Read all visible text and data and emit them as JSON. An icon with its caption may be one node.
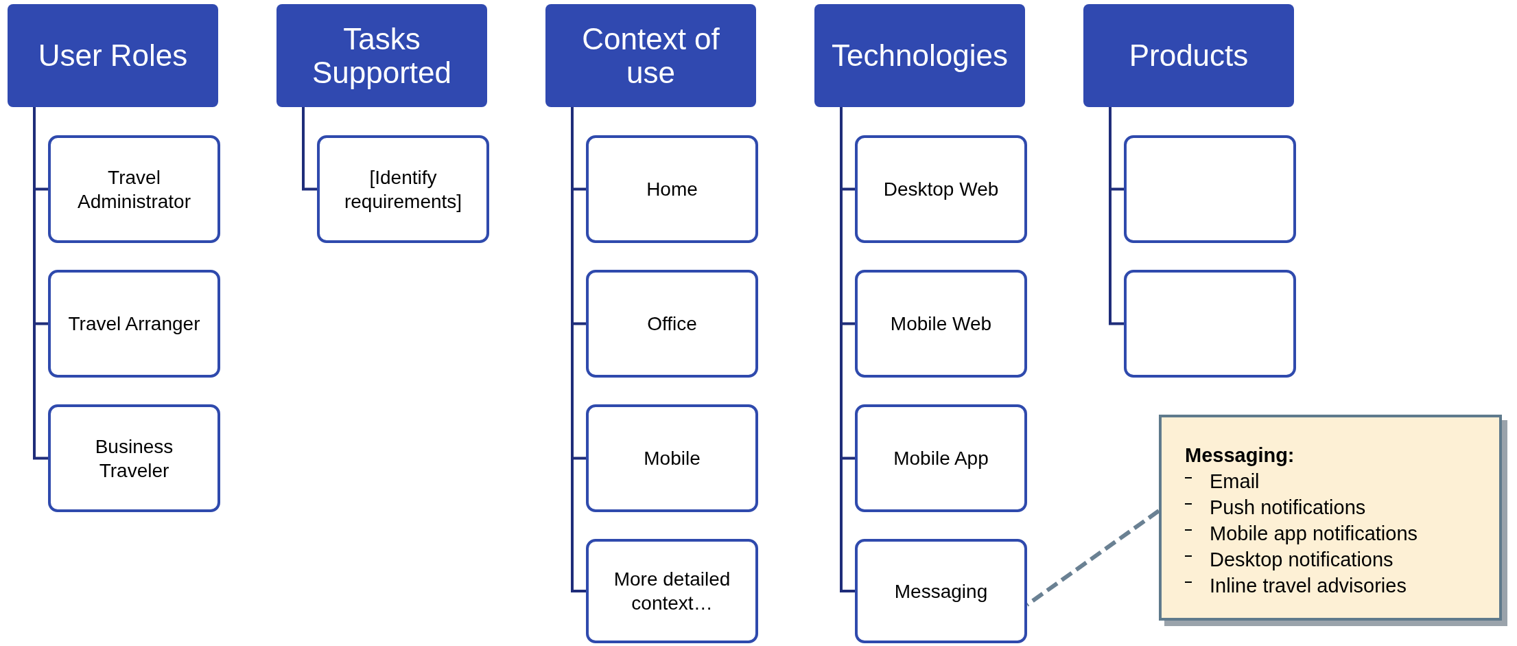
{
  "diagram": {
    "nodes": [
      {
        "text": [
          "User Roles"
        ]
      },
      {
        "text": [
          "Travel Administrator"
        ]
      },
      {
        "text": [
          "Travel Arranger"
        ]
      },
      {
        "text": [
          "Business Traveler"
        ]
      },
      {
        "text": [
          "Tasks Supported"
        ]
      },
      {
        "text": [
          "[Identify requirements]"
        ]
      },
      {
        "text": [
          "Context of use"
        ]
      },
      {
        "text": [
          "Home"
        ]
      },
      {
        "text": [
          "Office"
        ]
      },
      {
        "text": [
          "Mobile"
        ]
      },
      {
        "text": [
          "More detailed context…"
        ]
      },
      {
        "text": [
          "Technologies"
        ]
      },
      {
        "text": [
          "Desktop Web"
        ]
      },
      {
        "text": [
          "Mobile Web"
        ]
      },
      {
        "text": [
          "Mobile App"
        ]
      },
      {
        "text": [
          "Messaging"
        ]
      },
      {
        "text": [
          "Products"
        ]
      },
      {
        "text": [],
        "shape": "box"
      },
      {
        "text": [],
        "shape": "box"
      },
      {
        "text": [
          "Messaging:",
          "Email",
          "Push notifications",
          "Mobile app notifications",
          "Desktop notifications",
          "Inline travel advisories"
        ]
      }
    ],
    "edges": [
      {
        "from": 0,
        "to": 1,
        "arrow": "none"
      },
      {
        "from": 0,
        "to": 2,
        "arrow": "none"
      },
      {
        "from": 0,
        "to": 3,
        "arrow": "none"
      },
      {
        "from": 4,
        "to": 5,
        "arrow": "none"
      },
      {
        "from": 6,
        "to": 7,
        "arrow": "none"
      },
      {
        "from": 6,
        "to": 8,
        "arrow": "none"
      },
      {
        "from": 6,
        "to": 9,
        "arrow": "none"
      },
      {
        "from": 6,
        "to": 10,
        "arrow": "none"
      },
      {
        "from": 11,
        "to": 12,
        "arrow": "none"
      },
      {
        "from": 11,
        "to": 13,
        "arrow": "none"
      },
      {
        "from": 11,
        "to": 14,
        "arrow": "none"
      },
      {
        "from": 11,
        "to": 15,
        "arrow": "none"
      },
      {
        "from": 16,
        "to": 17,
        "arrow": "none"
      },
      {
        "from": 16,
        "to": 18,
        "arrow": "none"
      },
      {
        "from": 19,
        "to": 15,
        "arrow": "none",
        "style": "dashed",
        "color": "#6a8193"
      }
    ]
  }
}
